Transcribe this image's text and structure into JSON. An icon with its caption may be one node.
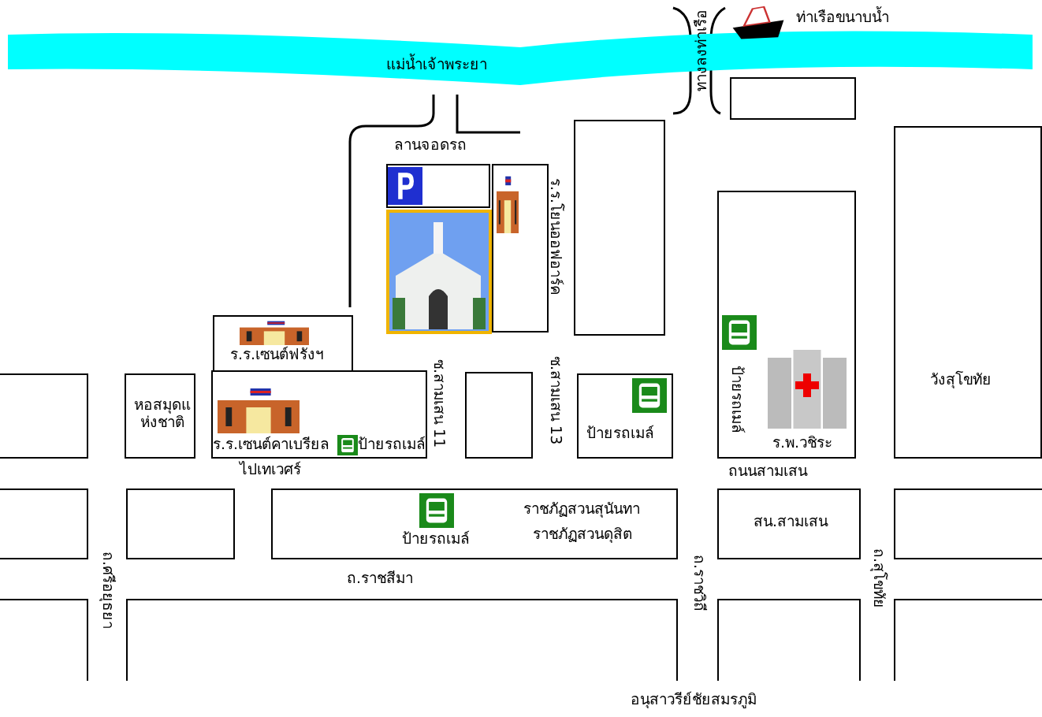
{
  "diagram": {
    "nodes": [
      {
        "text": [
          "แม่น้ำเจ้าพระยา"
        ]
      },
      {
        "text": [],
        "shape": "box"
      },
      {
        "text": [
          "ลานจอดรถ"
        ]
      },
      {
        "text": [
          "ร.ร.โยนออฟอาร์ค"
        ]
      },
      {
        "text": [],
        "shape": "picture"
      },
      {
        "text": [],
        "shape": "box"
      },
      {
        "text": [
          "ป้ายรถเมล์",
          "ร.พ.วชิระ"
        ]
      },
      {
        "text": [
          "วังสุโขทัย"
        ]
      },
      {
        "text": [
          "ร.ร.เซนต์ฟรังฯ"
        ]
      },
      {
        "text": [],
        "shape": "box"
      },
      {
        "text": [
          "หอสมุดแห่งชาติ"
        ]
      },
      {
        "text": [
          "ร.ร.เซนต์คาเบรียล",
          "ป้ายรถเมล์"
        ]
      },
      {
        "text": [],
        "shape": "box"
      },
      {
        "text": [
          "ป้ายรถเมล์"
        ]
      },
      {
        "text": [],
        "shape": "box"
      },
      {
        "text": [],
        "shape": "box"
      },
      {
        "text": [
          "ป้ายรถเมล์",
          "ราชภัฏสวนสุนันทา",
          "ราชภัฏสวนดุสิต"
        ]
      },
      {
        "text": [
          "สน.สามเสน"
        ]
      },
      {
        "text": [],
        "shape": "box"
      },
      {
        "text": [],
        "shape": "box"
      },
      {
        "text": [],
        "shape": "box"
      },
      {
        "text": [],
        "shape": "box"
      },
      {
        "text": [],
        "shape": "box"
      }
    ],
    "labels": [
      "ท่าเรือขนาบน้ำ",
      "ทางลงท่าเรือ",
      "ซ.สามเสน 11",
      "ซ.สามเสน 13",
      "ไปเทเวศร์",
      "ถนนสามเสน",
      "ถ.ศรีอยุธยา",
      "ถ.ราชสีมา",
      "ถ.ราชวิถี",
      "ถ.สุโขทัย",
      "อนุสาวรีย์ชัยสมรภูมิ"
    ]
  }
}
